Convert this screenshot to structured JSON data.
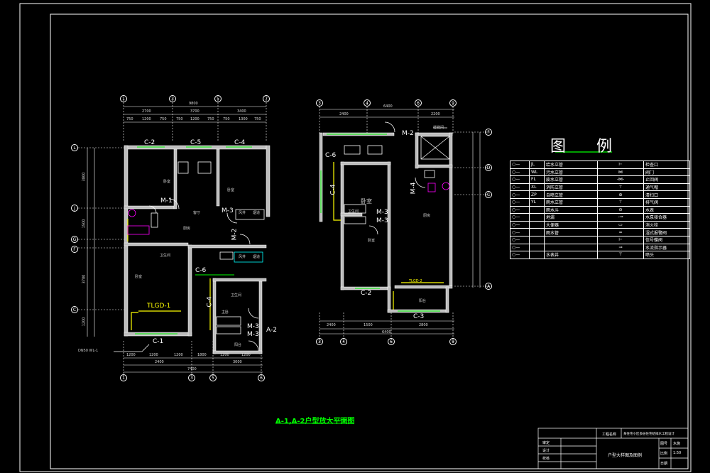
{
  "sheet": {
    "drawing_title": "A-1,A-2户型放大平面图",
    "drawing_scale": "1:50",
    "title_block": {
      "project_label": "工程名称",
      "project_name": "某住宅小区多层住宅给排水工程设计",
      "drawing_name": "户型大样图及图例",
      "row_labels": [
        "审定",
        "设计",
        "校核"
      ],
      "right_labels": [
        "图号",
        "比例",
        "日期"
      ],
      "right_values": [
        "水施",
        "1:50",
        ""
      ]
    }
  },
  "legend": {
    "title": "图  例",
    "rows": [
      {
        "code": "JL",
        "name": "给水立管",
        "sym": "⊢",
        "name2": "检查口"
      },
      {
        "code": "WL",
        "name": "污水立管",
        "sym": "⋈",
        "name2": "阀门"
      },
      {
        "code": "FL",
        "name": "废水立管",
        "sym": "-⋈-",
        "name2": "止回阀"
      },
      {
        "code": "XL",
        "name": "消防立管",
        "sym": "⊤",
        "name2": "通气帽"
      },
      {
        "code": "ZP",
        "name": "自喷立管",
        "sym": "⊕",
        "name2": "清扫口"
      },
      {
        "code": "YL",
        "name": "雨水立管",
        "sym": "⊤",
        "name2": "排气阀"
      },
      {
        "code": "",
        "name": "雨水斗",
        "sym": "⊖",
        "name2": "水表"
      },
      {
        "code": "",
        "name": "地漏",
        "sym": "-⊸",
        "name2": "水泵接合器"
      },
      {
        "code": "",
        "name": "大便器",
        "sym": "▭",
        "name2": "消火栓"
      },
      {
        "code": "",
        "name": "雨水管",
        "sym": "═",
        "name2": "湿式报警阀"
      },
      {
        "code": "",
        "name": "",
        "sym": "⊢",
        "name2": "信号蝶阀"
      },
      {
        "code": "",
        "name": "",
        "sym": "⊸",
        "name2": "水流指示器"
      },
      {
        "code": "",
        "name": "水表井",
        "sym": "⊤",
        "name2": "喷头"
      }
    ]
  },
  "plan_left": {
    "axes_top": [
      "1",
      "3",
      "5",
      "7"
    ],
    "axes_bottom": [
      "1",
      "3",
      "5",
      "6"
    ],
    "axes_left": [
      "L",
      "J",
      "G",
      "F",
      "C"
    ],
    "top_dims_total": "9800",
    "top_dims": [
      "2700",
      "3700",
      "3400"
    ],
    "top_dims_small": [
      "750",
      "1200",
      "750",
      "750",
      "1200",
      "750",
      "750",
      "1300",
      "750"
    ],
    "bottom_dims_total": "7400",
    "bottom_dims": [
      "2400",
      "3000"
    ],
    "bottom_dims_small": [
      "1200",
      "1200",
      "1200",
      "1800",
      "1200",
      "1200"
    ],
    "left_dims": [
      "3800",
      "1500",
      "3700",
      "1200"
    ],
    "windows": [
      "C-2",
      "C-5",
      "C-4",
      "C-1",
      "C-6",
      "C-4"
    ],
    "doors": [
      "M-1",
      "M-2",
      "M-3",
      "M-3",
      "M-3"
    ],
    "unit_tag": "A-2",
    "gutter_tag": "TLGD-1",
    "rooms": [
      "卧室",
      "客厅",
      "卧室",
      "卫生间",
      "厨房",
      "卧室",
      "卫生间",
      "主卧",
      "阳台"
    ],
    "notes": [
      "风井",
      "烟道",
      "风井",
      "烟道"
    ],
    "leader_note": "DN50 WL-1"
  },
  "plan_right": {
    "axes_top": [
      "3",
      "4",
      "6",
      "9"
    ],
    "axes_bottom": [
      "3",
      "4",
      "6",
      "9"
    ],
    "axes_right": [
      "F",
      "D",
      "C",
      "A"
    ],
    "top_dims_total": "6400",
    "top_dims": [
      "2400",
      "2200"
    ],
    "bottom_dims_total": "6400",
    "bottom_dims": [
      "2400",
      "1500",
      "2800"
    ],
    "windows": [
      "C-6",
      "C-4",
      "C-2",
      "C-3"
    ],
    "doors": [
      "M-2",
      "M-3",
      "M-3",
      "M-4"
    ],
    "gutter_tag": "TLGD-2",
    "rooms": [
      "卧室",
      "卫生间",
      "厨房",
      "卧室",
      "阳台"
    ],
    "tag_top": "楼梯间"
  },
  "colors": {
    "background": "#000000",
    "line": "#ffffff",
    "wall_fill": "#bdbdbd",
    "accent_green": "#00ff00",
    "accent_yellow": "#ffff00",
    "accent_magenta": "#ff00ff",
    "accent_cyan": "#00ffff"
  }
}
